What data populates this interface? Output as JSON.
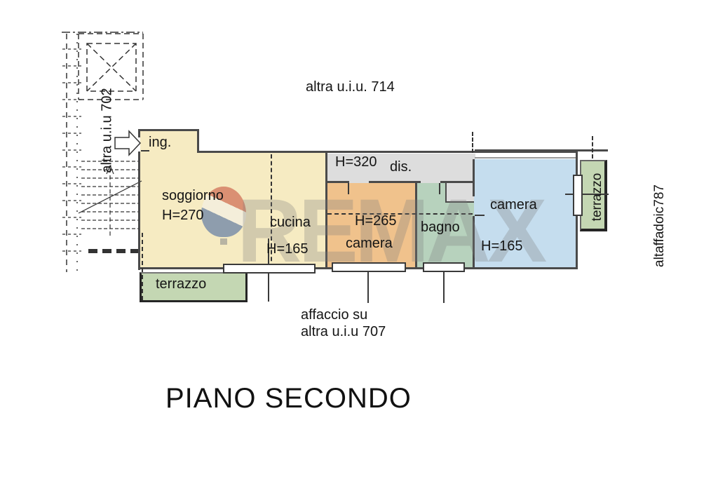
{
  "plan": {
    "title": "PIANO SECONDO",
    "watermark": "REMAX",
    "context_labels": {
      "top": "altra u.i.u. 714",
      "left": "altra u.i.u 702",
      "right": "altaffadoic787",
      "bottom_line1": "affaccio su",
      "bottom_line2": "altra u.i.u 707"
    },
    "rooms": {
      "ingresso": {
        "label": "ing."
      },
      "soggiorno": {
        "label": "soggiorno",
        "height": "H=270"
      },
      "cucina": {
        "label": "cucina",
        "height": "H=165"
      },
      "disimpegno": {
        "label": "dis.",
        "height": "H=320"
      },
      "camera_1": {
        "label": "camera",
        "height": "H=265"
      },
      "bagno": {
        "label": "bagno"
      },
      "camera_2": {
        "label": "camera",
        "height": "H=165"
      },
      "terrazzo_sx": {
        "label": "terrazzo"
      },
      "terrazzo_dx": {
        "label": "terrazzo"
      }
    },
    "colors": {
      "room_yellow": "#f6ebc2",
      "room_orange": "#f0c28c",
      "room_bagno_green": "#b7d2bd",
      "room_blue": "#c5ddee",
      "terrace_green": "#c4d7b3",
      "corridor_gray": "#dddddd",
      "wall": "#4a4a4a"
    }
  }
}
